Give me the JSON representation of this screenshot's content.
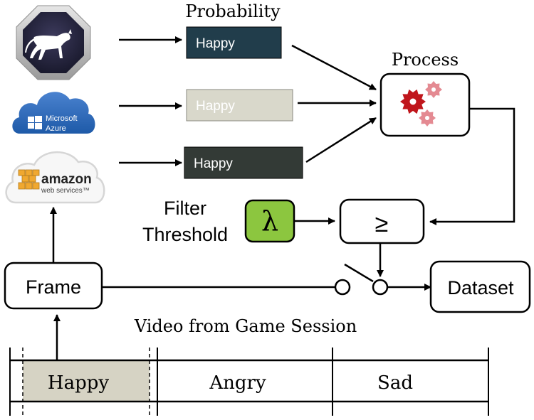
{
  "services": {
    "azure_line1": "Microsoft",
    "azure_line2": "Azure",
    "aws_line1": "amazon",
    "aws_line2": "web services™"
  },
  "probability": {
    "title": "Probability",
    "bars": [
      {
        "label": "Happy",
        "color": "#213d4b"
      },
      {
        "label": "Happy",
        "color": "#d9d8cb"
      },
      {
        "label": "Happy",
        "color": "#333a36"
      }
    ]
  },
  "process": {
    "title": "Process",
    "icon": "gears-icon",
    "colors": {
      "dark": "#c0161c",
      "light": "#e48a92"
    }
  },
  "filter": {
    "label_line1": "Filter",
    "label_line2": "Threshold",
    "lambda_symbol": "λ",
    "lambda_color": "#8cc63f"
  },
  "compare": {
    "symbol": "≥"
  },
  "frame": {
    "label": "Frame"
  },
  "dataset": {
    "label": "Dataset"
  },
  "video": {
    "title": "Video from Game Session",
    "segments": [
      "Happy",
      "Angry",
      "Sad"
    ],
    "highlight_color": "#d6d3c4"
  }
}
